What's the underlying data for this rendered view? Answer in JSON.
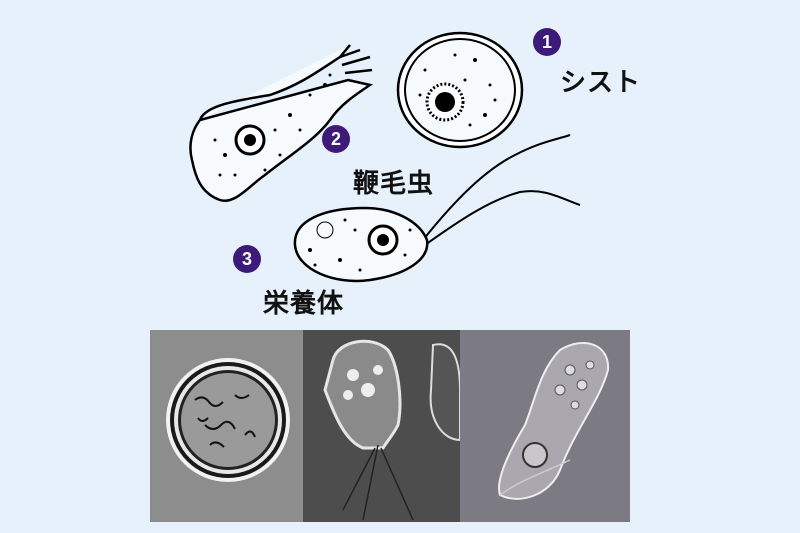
{
  "stages": [
    {
      "number": "1",
      "label": "シスト"
    },
    {
      "number": "2",
      "label": "鞭毛虫"
    },
    {
      "number": "3",
      "label": "栄養体"
    }
  ],
  "colors": {
    "background": "#e6f1fb",
    "badge": "#3d1a78",
    "text": "#111111"
  },
  "photos": [
    {
      "name": "cyst-micrograph"
    },
    {
      "name": "trophozoite-micrograph"
    },
    {
      "name": "flagellate-micrograph"
    }
  ]
}
